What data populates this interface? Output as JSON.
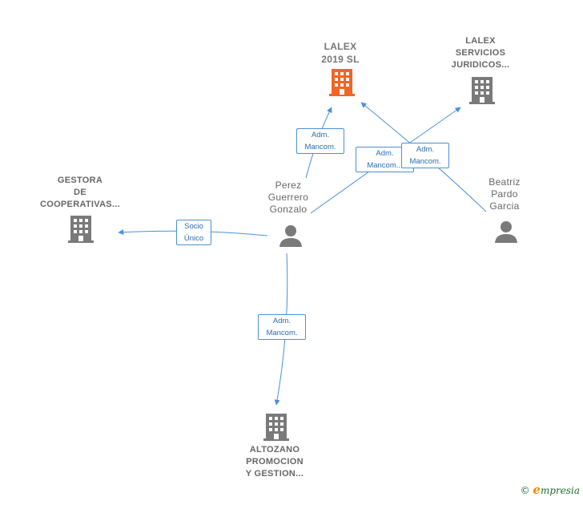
{
  "colors": {
    "edge": "#4a90d9",
    "main_company": "#f26522",
    "company": "#7a7a7a",
    "person": "#7a7a7a"
  },
  "nodes": {
    "lalex2019": {
      "lines": [
        "LALEX",
        "2019  SL"
      ],
      "icon": "building-icon"
    },
    "lalexServicios": {
      "lines": [
        "LALEX",
        "SERVICIOS",
        "JURIDICOS..."
      ],
      "icon": "building-icon"
    },
    "gestora": {
      "lines": [
        "GESTORA",
        "DE",
        "COOPERATIVAS..."
      ],
      "icon": "building-icon"
    },
    "altozano": {
      "lines": [
        "ALTOZANO",
        "PROMOCION",
        "Y GESTION..."
      ],
      "icon": "building-icon"
    },
    "perez": {
      "lines": [
        "Perez",
        "Guerrero",
        "Gonzalo"
      ],
      "icon": "person-icon"
    },
    "beatriz": {
      "lines": [
        "Beatriz",
        "Pardo",
        "Garcia"
      ],
      "icon": "person-icon"
    }
  },
  "edges": {
    "perez_lalex2019": {
      "lines": [
        "Adm.",
        "Mancom."
      ]
    },
    "perez_servicios": {
      "lines": [
        "Adm.",
        "Mancom..."
      ]
    },
    "beatriz_lalex2019": {
      "lines": [
        "Adm.",
        "Mancom."
      ]
    },
    "perez_gestora": {
      "lines": [
        "Socio",
        "Único"
      ]
    },
    "perez_altozano": {
      "lines": [
        "Adm.",
        "Mancom."
      ]
    }
  },
  "brand": {
    "copyright": "©",
    "initial": "e",
    "rest": "mpresia"
  }
}
